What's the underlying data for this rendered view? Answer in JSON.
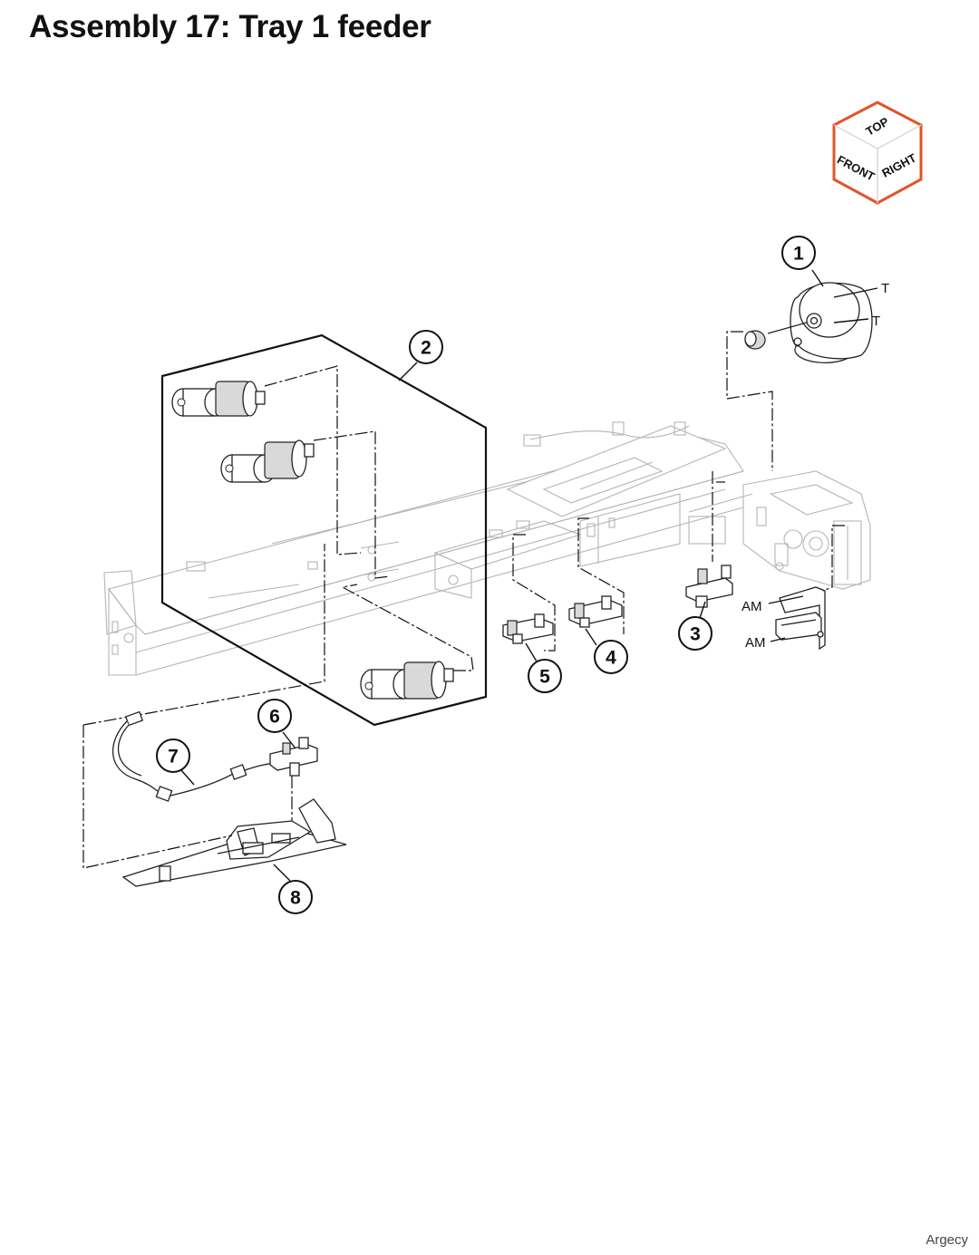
{
  "title": "Assembly 17: Tray 1 feeder",
  "orientation_cube": {
    "top_label": "TOP",
    "front_label": "FRONT",
    "right_label": "RIGHT",
    "edge_color": "#e0542c"
  },
  "callouts": [
    "1",
    "2",
    "3",
    "4",
    "5",
    "6",
    "7",
    "8"
  ],
  "tags": {
    "motor_tag_1": "T",
    "motor_tag_2": "T",
    "bracket_tag_1": "AM",
    "bracket_tag_2": "AM"
  },
  "brand": "Argecy"
}
